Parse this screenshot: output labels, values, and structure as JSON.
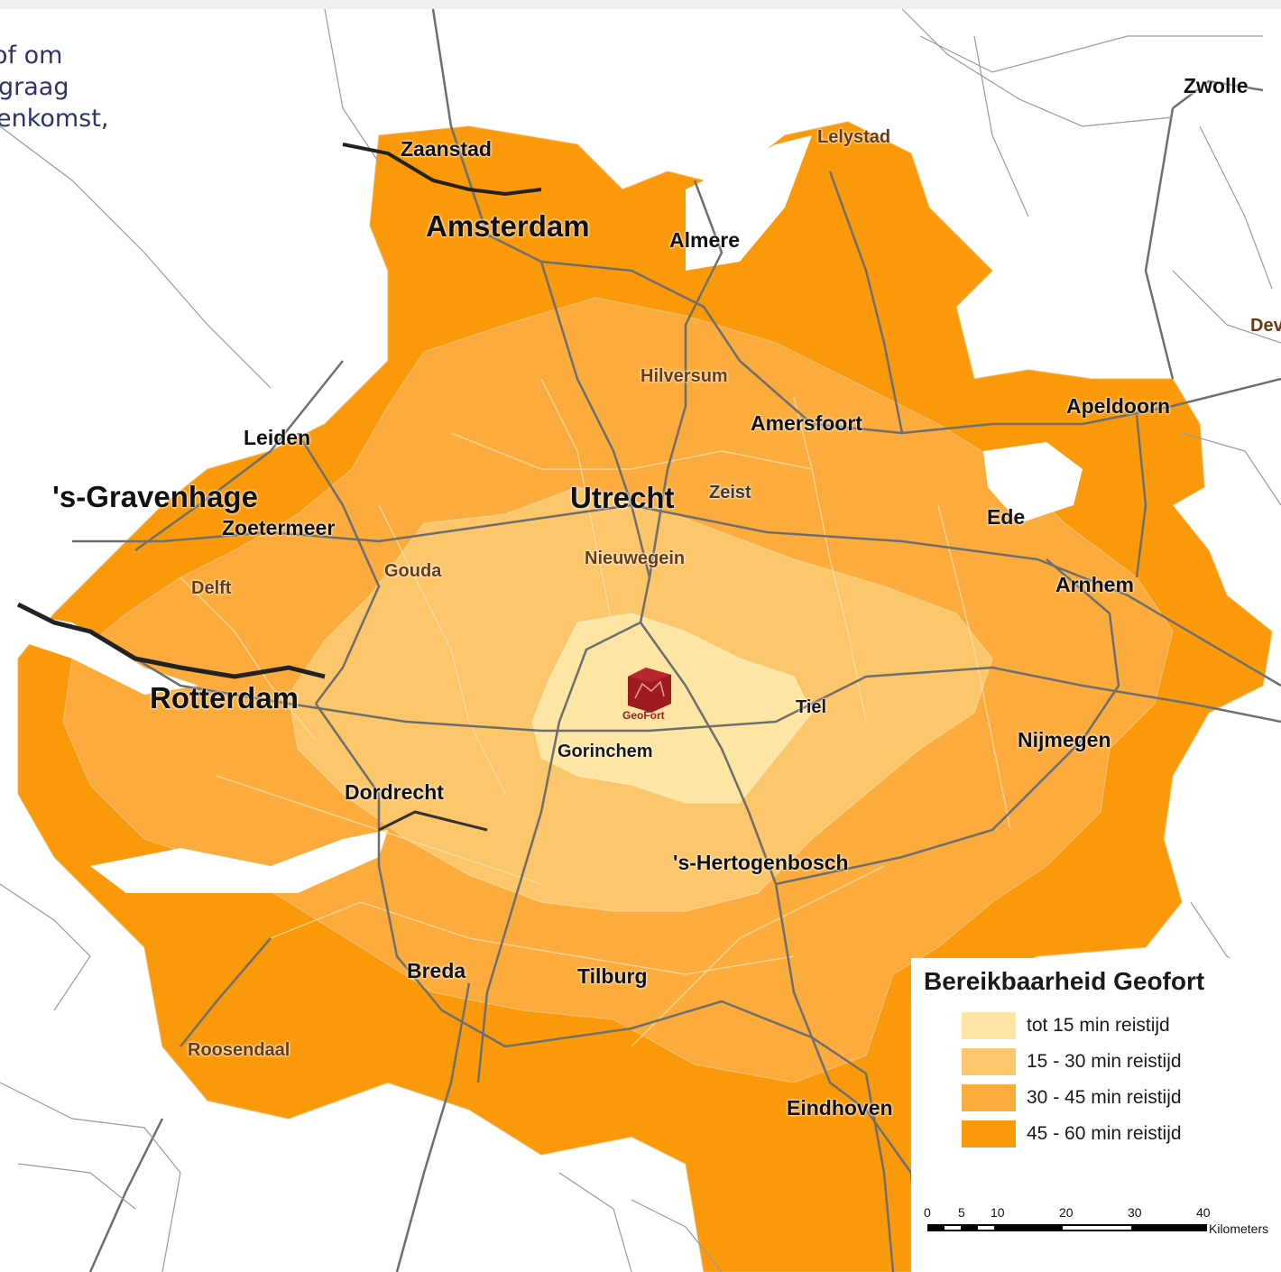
{
  "intro_fragments": [
    "of om",
    "graag",
    "enkomst,"
  ],
  "cities": {
    "zwolle": "Zwolle",
    "lelystad": "Lelystad",
    "zaanstad": "Zaanstad",
    "amsterdam": "Amsterdam",
    "almere": "Almere",
    "dev": "Dev",
    "hilversum": "Hilversum",
    "amersfoort": "Amersfoort",
    "apeldoorn": "Apeldoorn",
    "leiden": "Leiden",
    "gravenhage": "'s-Gravenhage",
    "utrecht": "Utrecht",
    "zeist": "Zeist",
    "zoetermeer": "Zoetermeer",
    "ede": "Ede",
    "gouda": "Gouda",
    "nieuwegein": "Nieuwegein",
    "delft": "Delft",
    "arnhem": "Arnhem",
    "rotterdam": "Rotterdam",
    "tiel": "Tiel",
    "gorinchem": "Gorinchem",
    "nijmegen": "Nijmegen",
    "dordrecht": "Dordrecht",
    "hertogenbosch": "'s-Hertogenbosch",
    "breda": "Breda",
    "tilburg": "Tilburg",
    "roosendaal": "Roosendaal",
    "eindhoven": "Eindhoven"
  },
  "marker": {
    "label": "GeoFort",
    "color": "#9e1b20"
  },
  "legend": {
    "title": "Bereikbaarheid Geofort",
    "items": [
      {
        "label": "tot 15 min reistijd",
        "color": "#fde5a4"
      },
      {
        "label": "15 - 30 min reistijd",
        "color": "#fcc66a"
      },
      {
        "label": "30 - 45 min reistijd",
        "color": "#fbac3c"
      },
      {
        "label": "45 - 60 min reistijd",
        "color": "#fa9a0a"
      }
    ]
  },
  "scale": {
    "ticks": [
      "0",
      "5",
      "10",
      "20",
      "30",
      "40"
    ],
    "unit": "Kilometers"
  }
}
